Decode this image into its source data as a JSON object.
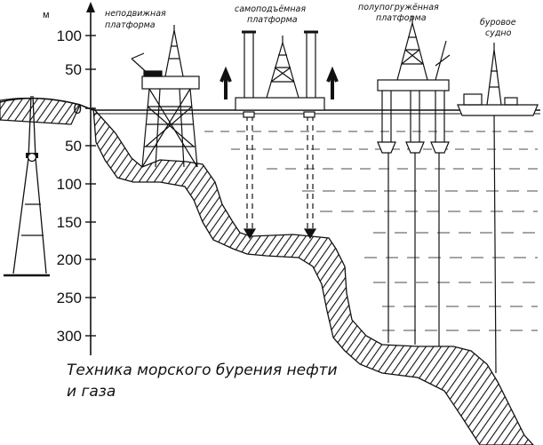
{
  "depth_axis": {
    "unit": "м",
    "ticks": [
      "100",
      "50",
      "0",
      "50",
      "100",
      "150",
      "200",
      "250",
      "300"
    ]
  },
  "labels": {
    "fixed_platform": [
      "неподвижная",
      "платформа"
    ],
    "jackup_platform": [
      "самоподъёмная",
      "платформа"
    ],
    "semisub_platform": [
      "полупогружённая",
      "платформа"
    ],
    "drill_ship": [
      "буровое",
      "судно"
    ]
  },
  "caption": [
    "Техника морского бурения нефти",
    "и газа"
  ]
}
